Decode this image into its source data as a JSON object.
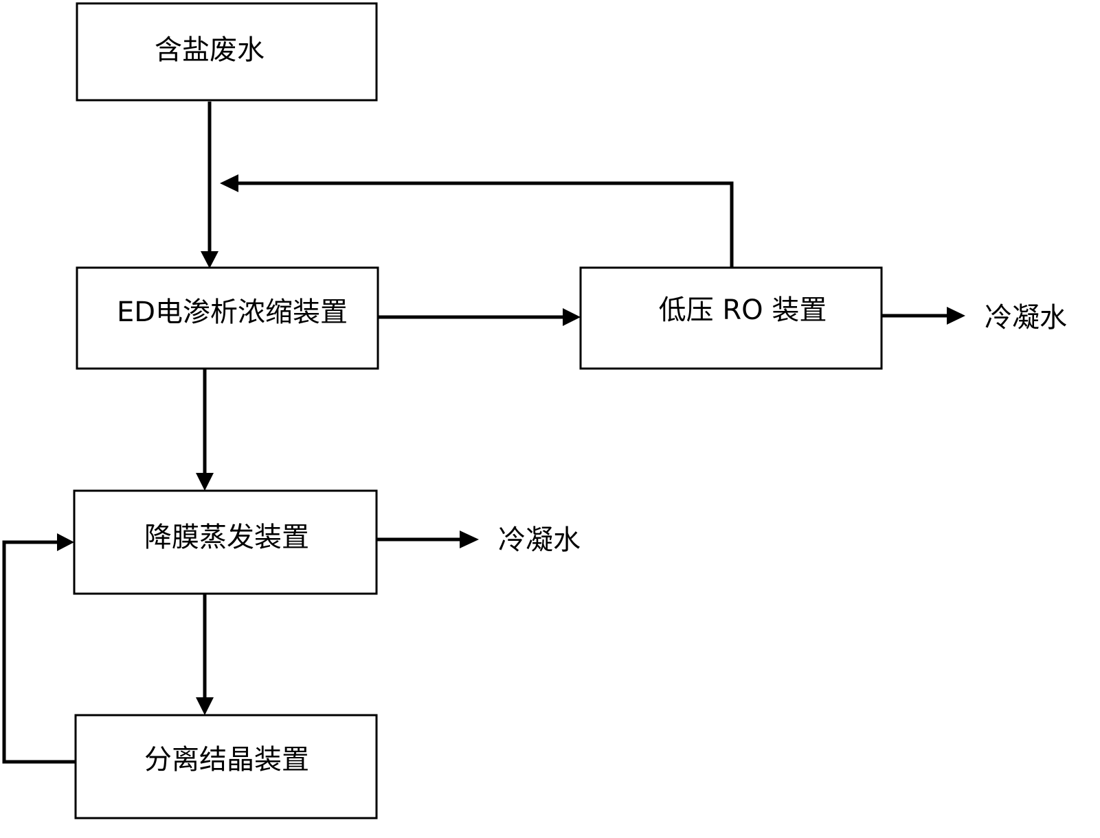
{
  "diagram": {
    "nodes": {
      "saline_wastewater": "含盐废水",
      "ed_concentrator": "ED电渗析浓缩装置",
      "low_pressure_ro": "低压 RO 装置",
      "falling_film_evaporator": "降膜蒸发装置",
      "separation_crystallizer": "分离结晶装置"
    },
    "outputs": {
      "ro_condensate": "冷凝水",
      "evaporator_condensate": "冷凝水"
    }
  },
  "colors": {
    "stroke": "#000000",
    "background": "#ffffff"
  }
}
